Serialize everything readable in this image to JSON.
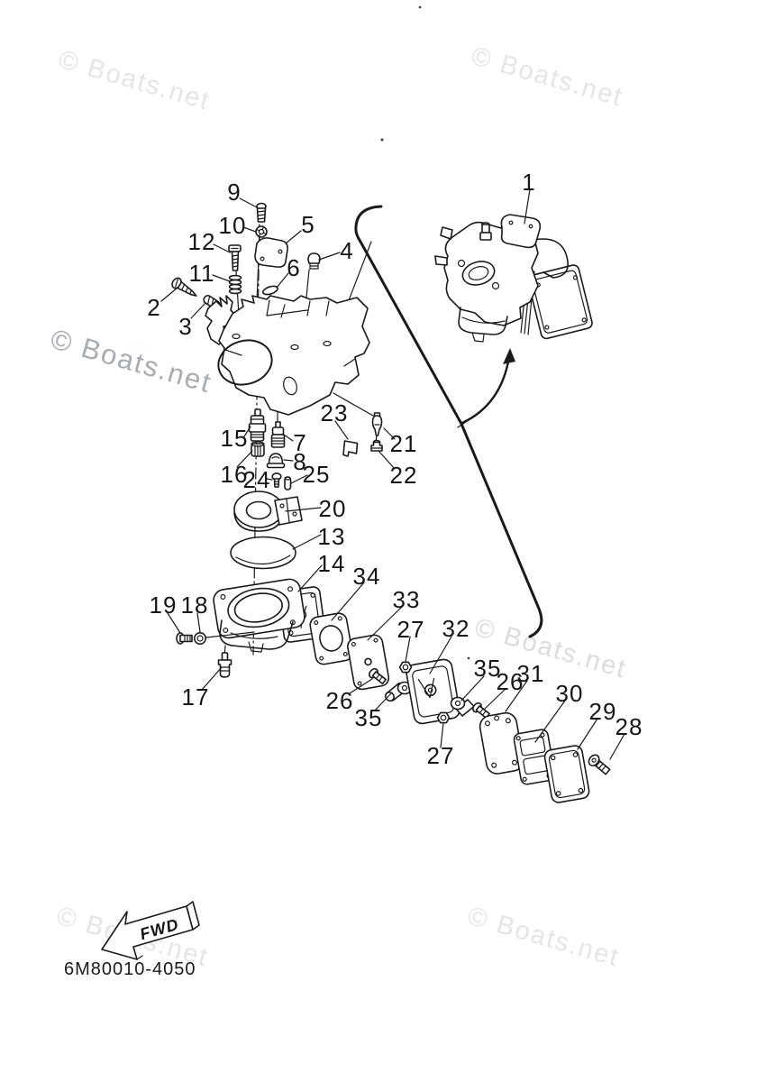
{
  "watermark": {
    "text": "© Boats.net"
  },
  "footer": {
    "part_code": "6M80010-4050",
    "fwd_label": "FWD"
  },
  "colors": {
    "ink": "#1a1a1a",
    "watermark_light": "#e2e5e9",
    "watermark_dark": "#a6acb3",
    "background": "#ffffff"
  },
  "callouts": [
    {
      "label": "1"
    },
    {
      "label": "2"
    },
    {
      "label": "3"
    },
    {
      "label": "4"
    },
    {
      "label": "5"
    },
    {
      "label": "6"
    },
    {
      "label": "7"
    },
    {
      "label": "8"
    },
    {
      "label": "9"
    },
    {
      "label": "10"
    },
    {
      "label": "11"
    },
    {
      "label": "12"
    },
    {
      "label": "13"
    },
    {
      "label": "14"
    },
    {
      "label": "15"
    },
    {
      "label": "16"
    },
    {
      "label": "17"
    },
    {
      "label": "18"
    },
    {
      "label": "19"
    },
    {
      "label": "20"
    },
    {
      "label": "21"
    },
    {
      "label": "22"
    },
    {
      "label": "23"
    },
    {
      "label": "24"
    },
    {
      "label": "25"
    },
    {
      "label": "26"
    },
    {
      "label": "26"
    },
    {
      "label": "27"
    },
    {
      "label": "27"
    },
    {
      "label": "28"
    },
    {
      "label": "29"
    },
    {
      "label": "30"
    },
    {
      "label": "31"
    },
    {
      "label": "32"
    },
    {
      "label": "33"
    },
    {
      "label": "34"
    },
    {
      "label": "35"
    },
    {
      "label": "35"
    }
  ]
}
